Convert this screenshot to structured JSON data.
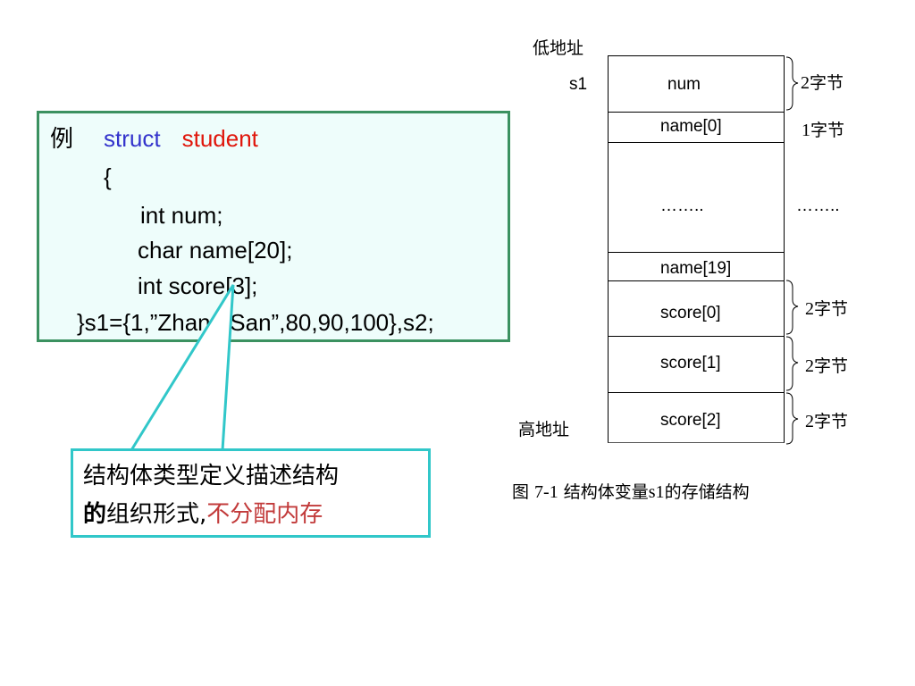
{
  "code_box": {
    "prefix": "例",
    "keyword": "struct",
    "struct_name": "student",
    "lines": [
      "{",
      "int num;",
      "char  name[20];",
      "int score[3];",
      "}s1={1,”Zhang San”,80,90,100},s2;"
    ]
  },
  "callout": {
    "line1": "结构体类型定义描述结构",
    "line2_bold": "的",
    "line2_normal": "组织形式,",
    "line2_red": "不分配内存"
  },
  "memory": {
    "low_addr": "低地址",
    "high_addr": "高地址",
    "var_label": "s1",
    "cells": [
      "num",
      "name[0]",
      "……..",
      "name[19]",
      "score[0]",
      "score[1]",
      "score[2]"
    ],
    "sizes": {
      "num": [
        "2",
        "字节"
      ],
      "name0": [
        "1",
        "字节"
      ],
      "dots": "……..",
      "score0": [
        "2",
        "字节"
      ],
      "score1": [
        "2",
        "字节"
      ],
      "score2": [
        "2",
        "字节"
      ]
    }
  },
  "caption": {
    "prefix": "图 ",
    "number": "7-1",
    "text": " 结构体变量",
    "var": "s1",
    "suffix": "的存储结构"
  },
  "colors": {
    "code_border": "#3b9160",
    "code_bg": "#eefdfb",
    "callout_border": "#31c7c9",
    "keyword": "#3333cc",
    "struct_name": "#e0160b",
    "no_alloc": "#c23a3a"
  }
}
